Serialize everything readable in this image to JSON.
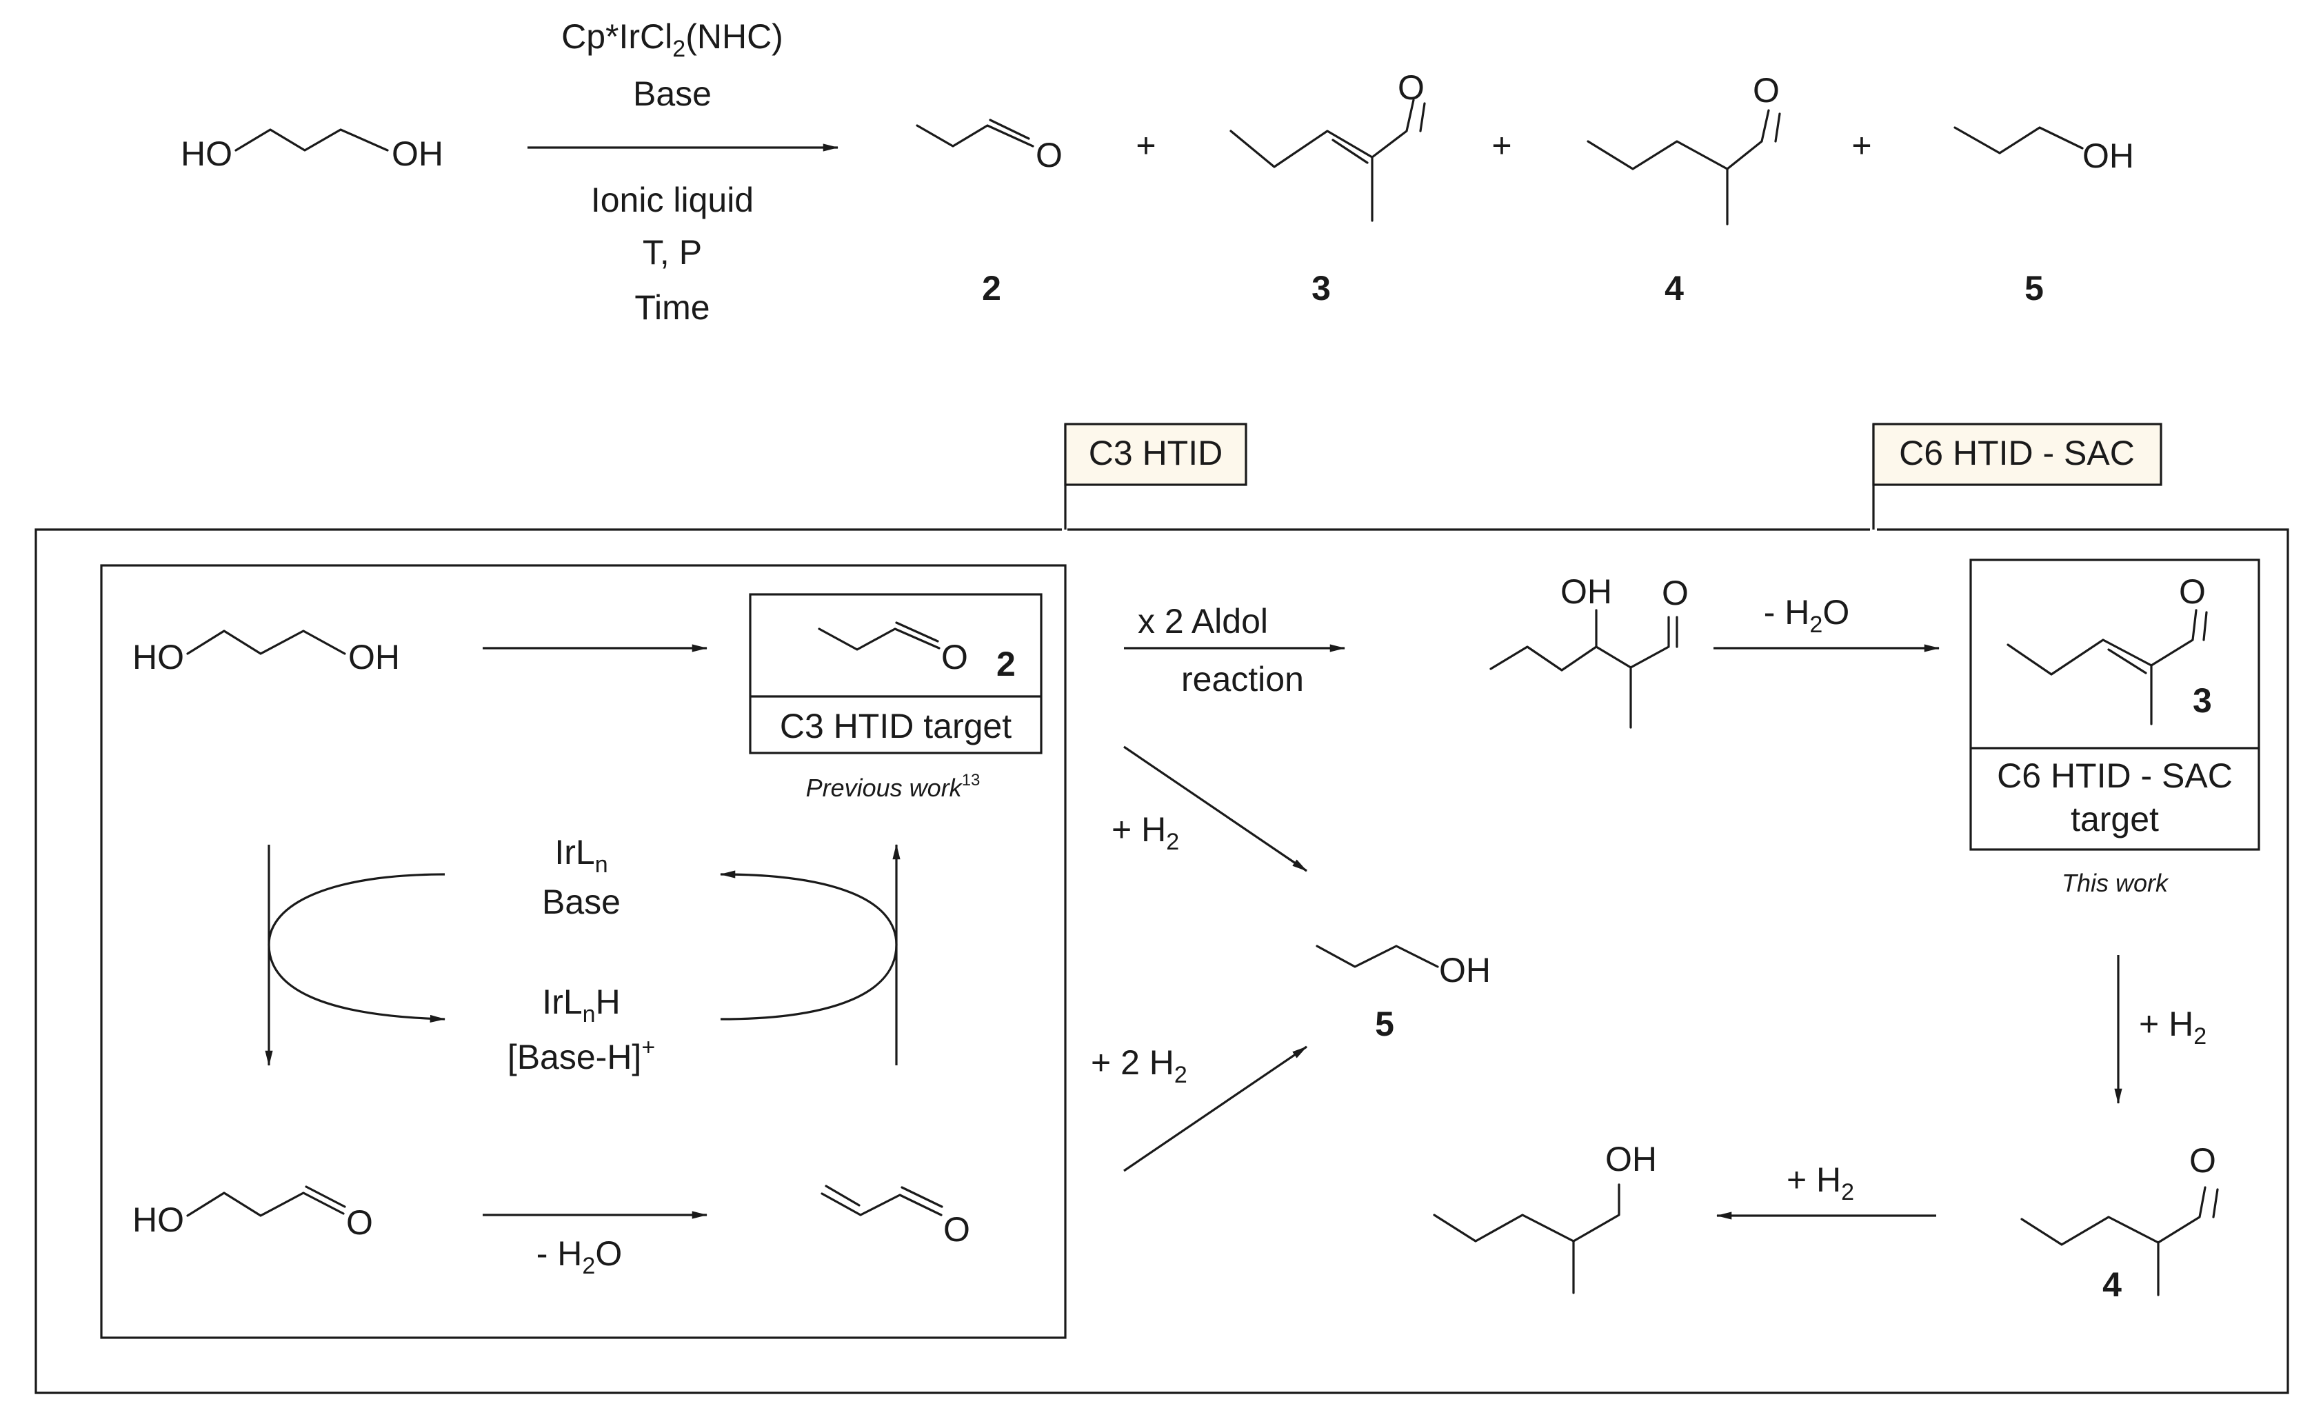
{
  "reaction": {
    "catalyst_main": "Cp*IrCl",
    "catalyst_sub": "2",
    "catalyst_tail": "(NHC)",
    "base": "Base",
    "solvent": "Ionic liquid",
    "tp": "T, P",
    "time": "Time",
    "reactant_ho": "HO",
    "reactant_oh": "OH",
    "product_2_o": "O",
    "product_3_o": "O",
    "product_4_o": "O",
    "product_5_oh": "OH",
    "plus": "+",
    "num_2": "2",
    "num_3": "3",
    "num_4": "4",
    "num_5": "5"
  },
  "tags": {
    "c3": "C3 HTID",
    "c6": "C6 HTID - SAC"
  },
  "inner": {
    "diol_ho": "HO",
    "diol_oh": "OH",
    "target_o": "O",
    "target_num": "2",
    "target_label": "C3 HTID target",
    "previous_work": "Previous work",
    "previous_ref": "13",
    "cat_top_main": "IrL",
    "cat_top_sub": "n",
    "cat_top_base": "Base",
    "cat_bot_main": "IrL",
    "cat_bot_sub": "n",
    "cat_bot_h": "H",
    "cat_bot_base": "[Base-H]",
    "cat_bot_sup": "+",
    "hydroxy_ho": "HO",
    "hydroxy_o": "O",
    "acrolein_o": "O",
    "dehyd_main": "- H",
    "dehyd_sub": "2",
    "dehyd_tail": "O"
  },
  "outer": {
    "aldol_line1": "x 2  Aldol",
    "aldol_line2": "reaction",
    "aldol_oh": "OH",
    "aldol_o": "O",
    "dehyd_main": "- H",
    "dehyd_sub": "2",
    "dehyd_tail": "O",
    "target_o": "O",
    "target_num": "3",
    "target_line1": "C6 HTID - SAC",
    "target_line2": "target",
    "this_work": "This work",
    "h2_a_main": "+ H",
    "h2_a_sub": "2",
    "h2_b_main": "+ 2 H",
    "h2_b_sub": "2",
    "propanol_oh": "OH",
    "propanol_num": "5",
    "h2_c_main": "+ H",
    "h2_c_sub": "2",
    "comp4_o": "O",
    "comp4_num": "4",
    "h2_d_main": "+ H",
    "h2_d_sub": "2",
    "alcohol_oh": "OH"
  }
}
